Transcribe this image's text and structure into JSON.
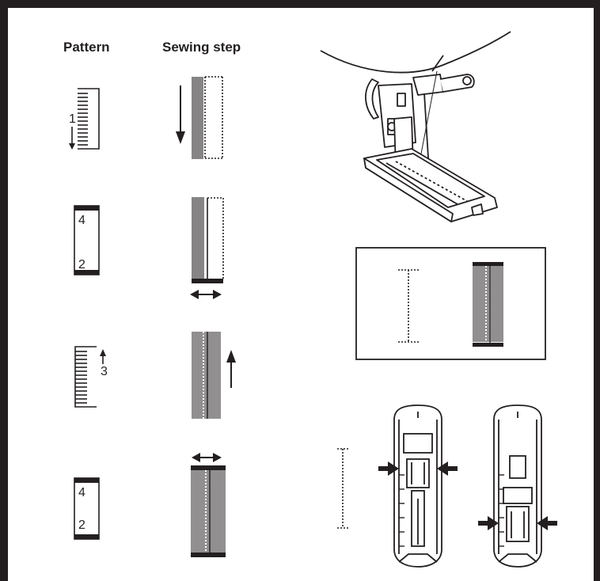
{
  "headers": {
    "pattern": "Pattern",
    "sewing_step": "Sewing step"
  },
  "steps": [
    {
      "pattern_number": "1"
    },
    {
      "pattern_numbers": [
        "4",
        "2"
      ]
    },
    {
      "pattern_number": "3"
    },
    {
      "pattern_numbers": [
        "4",
        "2"
      ]
    }
  ],
  "colors": {
    "ink": "#231f20"
  }
}
